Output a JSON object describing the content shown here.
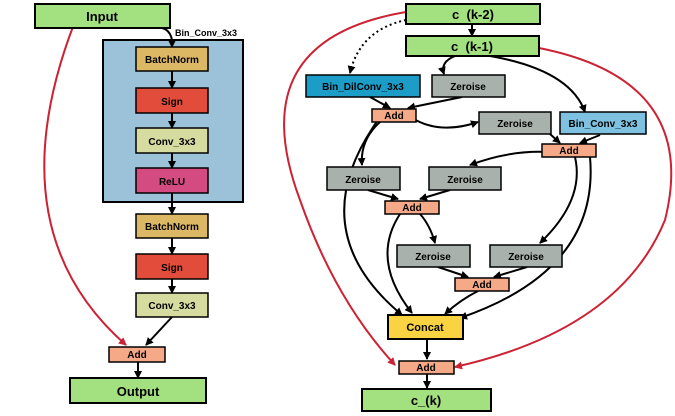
{
  "colors": {
    "green": "#a3e080",
    "blue_panel": "#9bc2d8",
    "batchnorm": "#dcb865",
    "sign": "#e24c3a",
    "conv": "#d6dba0",
    "relu": "#d44b82",
    "add": "#f6a987",
    "zeroise": "#a9b1ad",
    "bin_dilconv": "#1c9dc8",
    "bin_conv": "#7fc1e0",
    "concat": "#f9d342",
    "red_edge": "#cc2233"
  },
  "left": {
    "input": "Input",
    "block_label": "Bin_Conv_3x3",
    "batchnorm_1": "BatchNorm",
    "sign_1": "Sign",
    "conv_1": "Conv_3x3",
    "relu": "ReLU",
    "batchnorm_2": "BatchNorm",
    "sign_2": "Sign",
    "conv_2": "Conv_3x3",
    "add": "Add",
    "output": "Output"
  },
  "right": {
    "c_k_minus_2": "c  (k-2)",
    "c_k_minus_1": "c  (k-1)",
    "bin_dilconv": "Bin_DilConv_3x3",
    "zeroise_top": "Zeroise",
    "add_1": "Add",
    "zeroise_mid_right": "Zeroise",
    "bin_conv": "Bin_Conv_3x3",
    "add_2": "Add",
    "zeroise_l1": "Zeroise",
    "zeroise_l2": "Zeroise",
    "add_3": "Add",
    "zeroise_l3": "Zeroise",
    "zeroise_l4": "Zeroise",
    "add_4": "Add",
    "concat": "Concat",
    "add_out": "Add",
    "c_k": "c_(k)"
  }
}
